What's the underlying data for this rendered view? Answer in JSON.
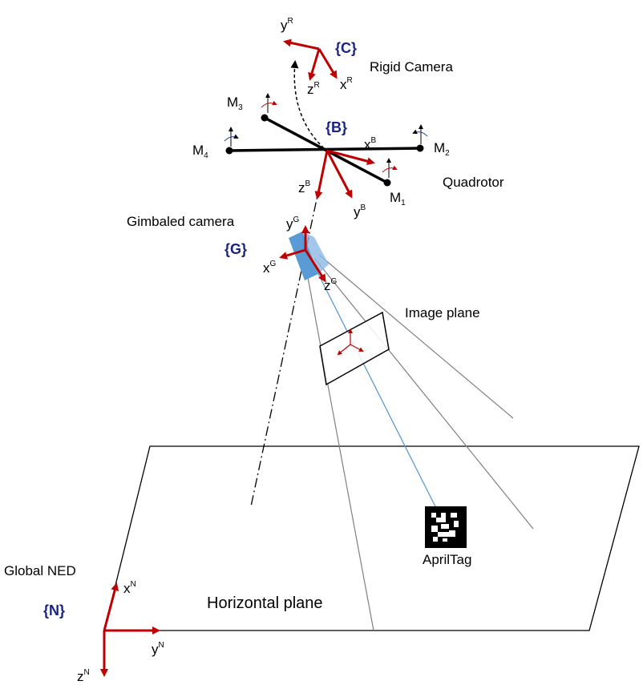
{
  "labels": {
    "rigid_camera": "Rigid Camera",
    "quadrotor": "Quadrotor",
    "gimbaled_camera": "Gimbaled camera",
    "image_plane": "Image plane",
    "apriltag": "AprilTag",
    "global_ned": "Global NED",
    "horizontal_plane": "Horizontal plane"
  },
  "frames": {
    "C": "{C}",
    "B": "{B}",
    "G": "{G}",
    "N": "{N}"
  },
  "axes": {
    "rigid": {
      "x": "x",
      "y": "y",
      "z": "z",
      "sup": "R"
    },
    "body": {
      "x": "x",
      "y": "y",
      "z": "z",
      "sup": "B"
    },
    "gimbal": {
      "x": "x",
      "y": "y",
      "z": "z",
      "sup": "G"
    },
    "ned": {
      "x": "x",
      "y": "y",
      "z": "z",
      "sup": "N"
    }
  },
  "motors": {
    "m1": {
      "base": "M",
      "sub": "1"
    },
    "m2": {
      "base": "M",
      "sub": "2"
    },
    "m3": {
      "base": "M",
      "sub": "3"
    },
    "m4": {
      "base": "M",
      "sub": "4"
    }
  },
  "colors": {
    "axis": "#c00000",
    "frame_label": "#1a237e",
    "optical_ray": "#5b9bd5",
    "camera_body": "#5b9bd5"
  }
}
